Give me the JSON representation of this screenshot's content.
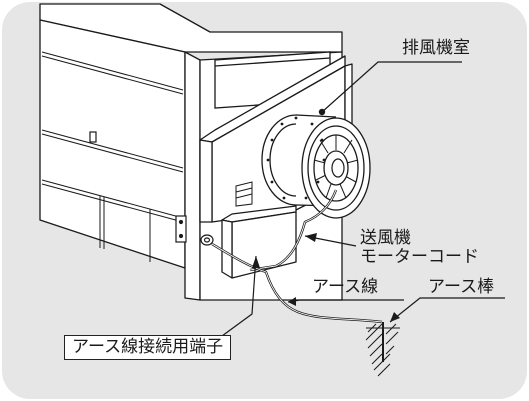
{
  "labels": {
    "exhaust_room": "排風機室",
    "blower_motor_line1": "送風機",
    "blower_motor_line2": "モーターコード",
    "earth_wire": "アース線",
    "earth_rod": "アース棒",
    "earth_terminal": "アース線接続用端子"
  },
  "colors": {
    "background_panel": "#e6e6e6",
    "line": "#1a1a1a",
    "fill": "#ffffff"
  }
}
